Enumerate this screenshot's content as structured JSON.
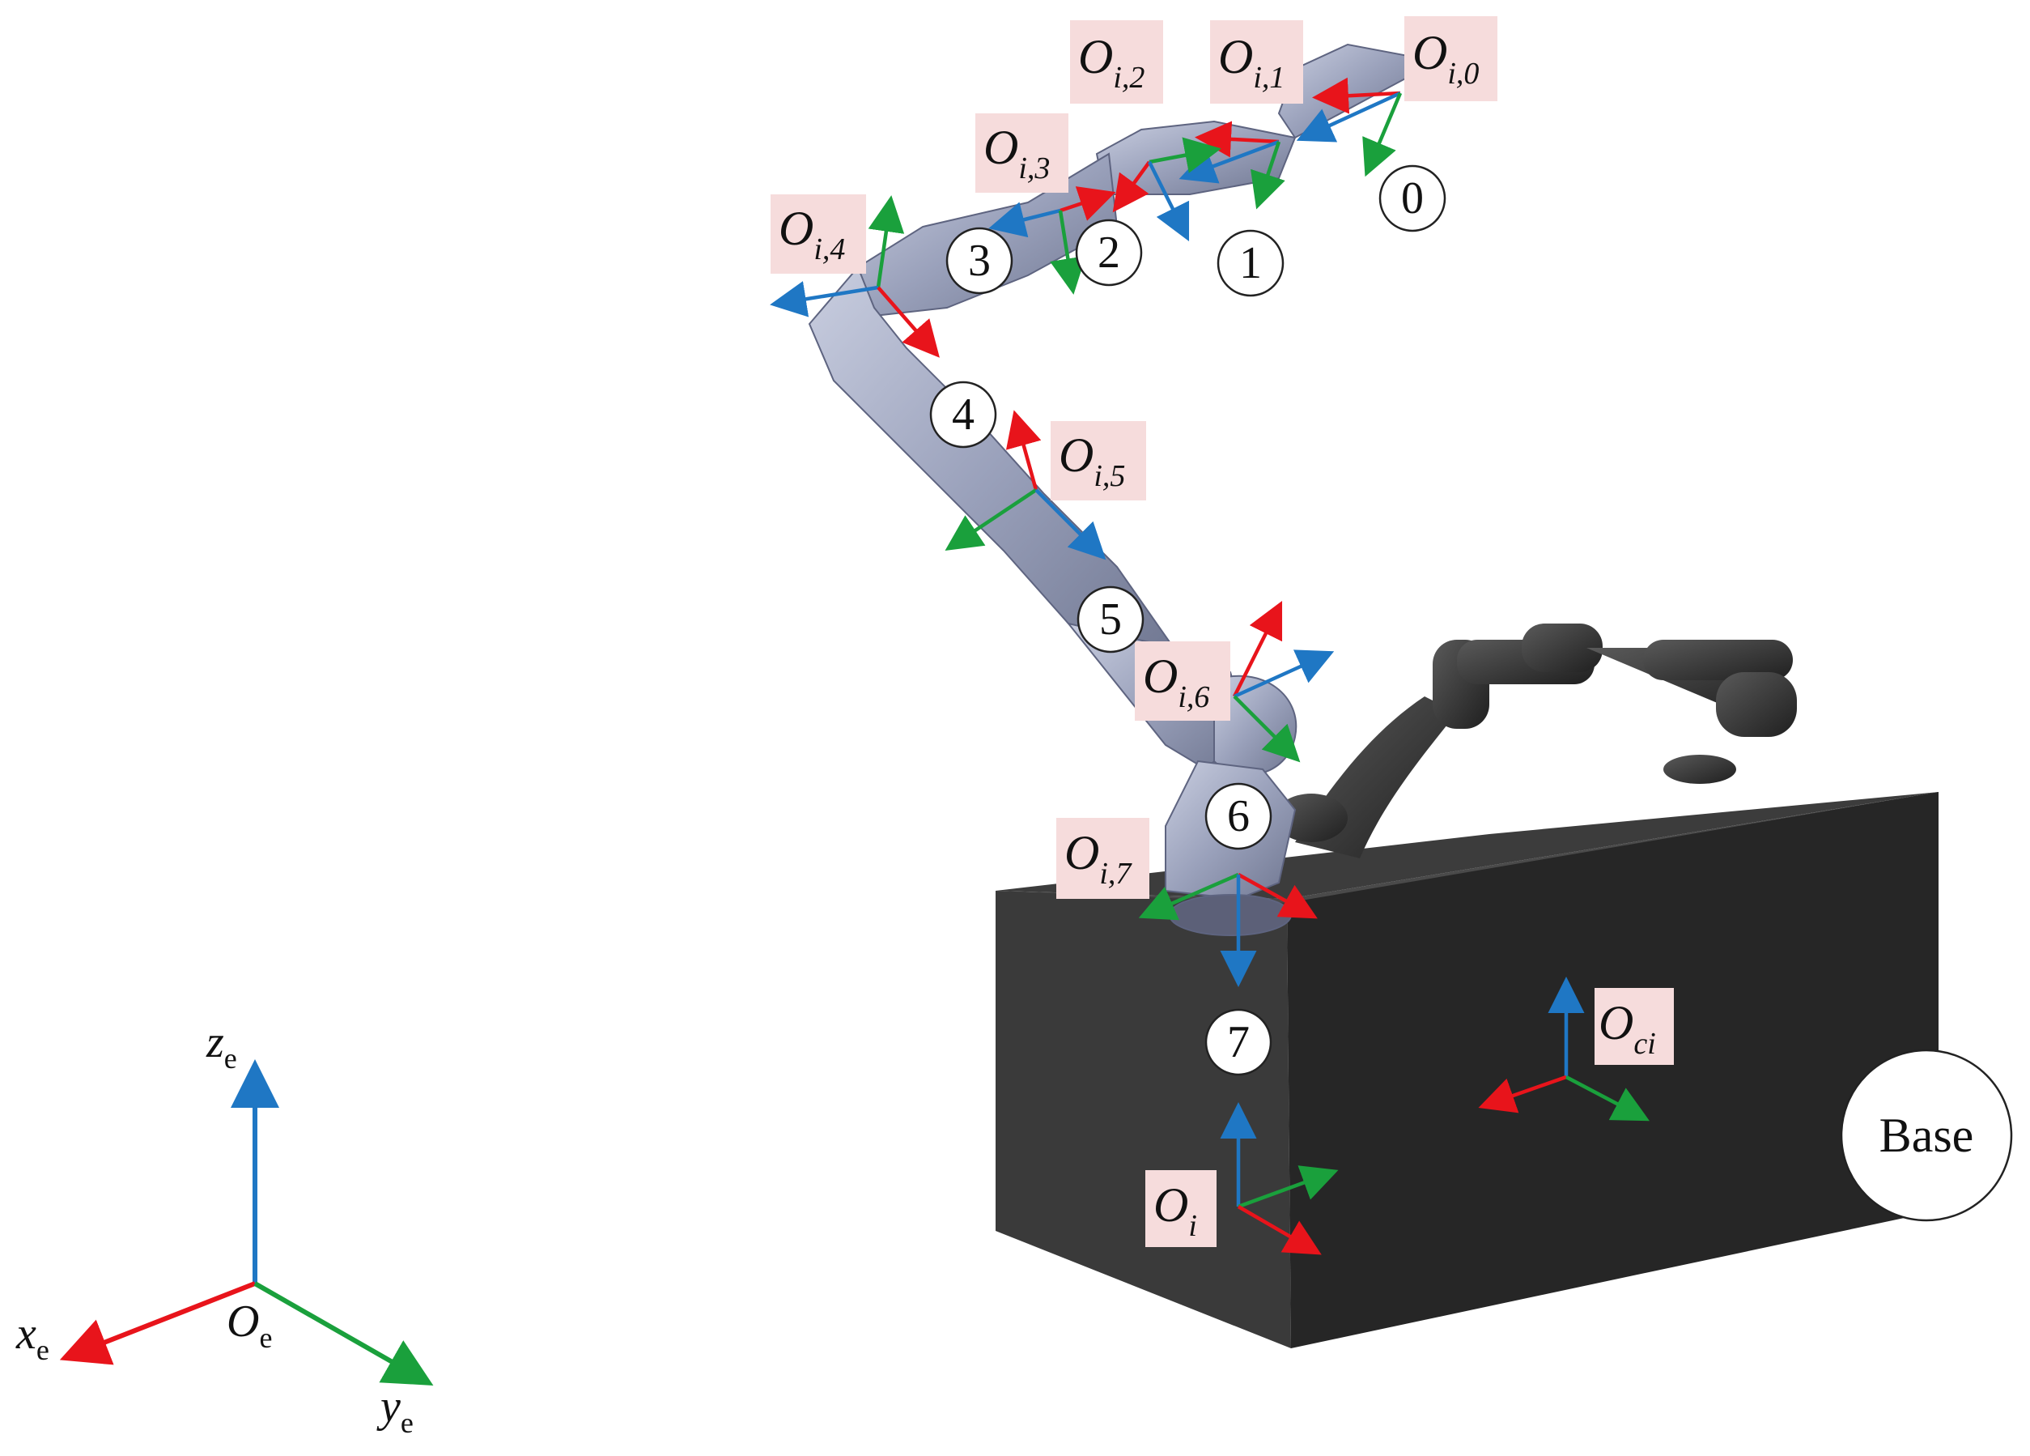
{
  "colors": {
    "x_axis": "#e8141b",
    "y_axis": "#1aa03c",
    "z_axis": "#1f77c4",
    "label_bg": "#f6dcdc",
    "box_front": "#2b2b2b",
    "box_top": "#3a3a3a",
    "arm": "#a4abc3"
  },
  "world_frame": {
    "z_label": "z",
    "x_label": "x",
    "y_label": "y",
    "origin_label": "O",
    "subscript": "e"
  },
  "frames": [
    {
      "name": "O",
      "sub": "i,0"
    },
    {
      "name": "O",
      "sub": "i,1"
    },
    {
      "name": "O",
      "sub": "i,2"
    },
    {
      "name": "O",
      "sub": "i,3"
    },
    {
      "name": "O",
      "sub": "i,4"
    },
    {
      "name": "O",
      "sub": "i,5"
    },
    {
      "name": "O",
      "sub": "i,6"
    },
    {
      "name": "O",
      "sub": "i,7"
    },
    {
      "name": "O",
      "sub": "ci"
    },
    {
      "name": "O",
      "sub": "i"
    }
  ],
  "joints": [
    "0",
    "1",
    "2",
    "3",
    "4",
    "5",
    "6",
    "7"
  ],
  "base_label": "Base"
}
